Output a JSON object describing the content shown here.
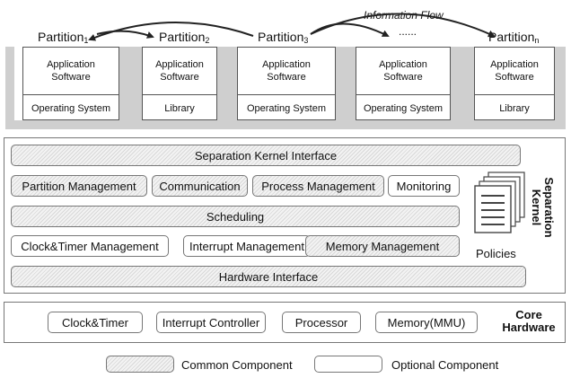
{
  "partitions": [
    {
      "title": "Partition",
      "sub": "1",
      "app_line1": "Application",
      "app_line2": "Software",
      "base": "Operating System"
    },
    {
      "title": "Partition",
      "sub": "2",
      "app_line1": "Application",
      "app_line2": "Software",
      "base": "Library"
    },
    {
      "title": "Partition",
      "sub": "3",
      "app_line1": "Application",
      "app_line2": "Software",
      "base": "Operating System"
    },
    {
      "title": "",
      "sub": "",
      "app_line1": "Application",
      "app_line2": "Software",
      "base": "Operating System"
    },
    {
      "title": "Partition",
      "sub": "n",
      "app_line1": "Application",
      "app_line2": "Software",
      "base": "Library"
    }
  ],
  "information_flow_label": "Information Flow",
  "ellipsis": "......",
  "kernel": {
    "interface": "Separation Kernel Interface",
    "row2": [
      "Partition Management",
      "Communication",
      "Process Management",
      "Monitoring"
    ],
    "scheduling": "Scheduling",
    "row4": [
      "Clock&Timer Management",
      "Interrupt Management",
      "Memory Management"
    ],
    "hardware_interface": "Hardware Interface",
    "policies": "Policies",
    "label_line1": "Separation",
    "label_line2": "Kernel"
  },
  "hardware": {
    "items": [
      "Clock&Timer",
      "Interrupt Controller",
      "Processor",
      "Memory(MMU)"
    ],
    "label_line1": "Core",
    "label_line2": "Hardware"
  },
  "legend": {
    "common": "Common Component",
    "optional": "Optional Component"
  }
}
